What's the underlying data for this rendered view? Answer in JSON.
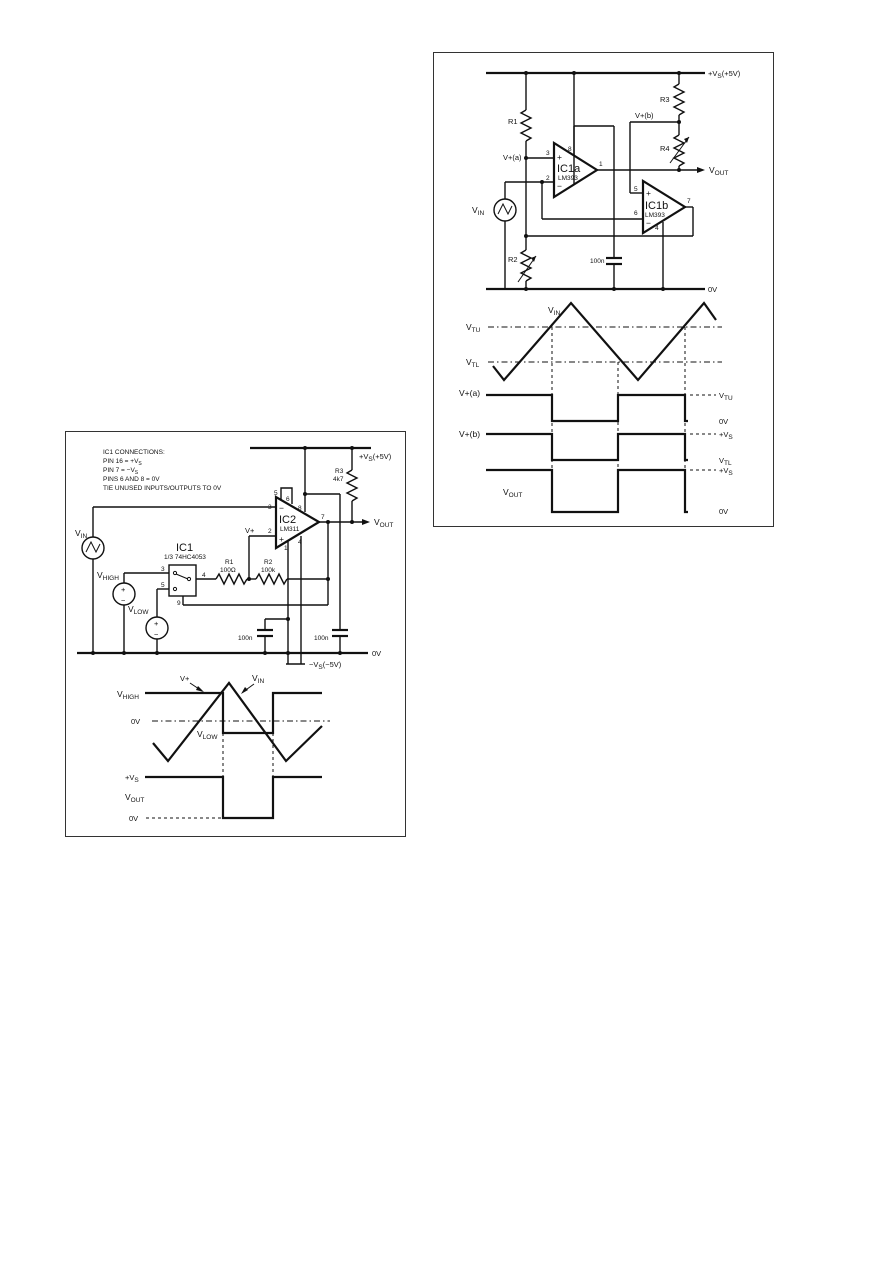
{
  "left_circuit": {
    "notes": {
      "title": "IC1 CONNECTIONS:",
      "pin16": "PIN 16 = +V",
      "pin7": "PIN 7 = −V",
      "pin68": "PINS 6 AND 8 = 0V",
      "tie": "TIE UNUSED INPUTS/OUTPUTS TO 0V",
      "sub_s": "S"
    },
    "vs_pos": "+V",
    "vs_pos_tail": "(+5V)",
    "vs_neg": "−V",
    "vs_neg_tail": "(−5V)",
    "zero_v": "0V",
    "vin": "V",
    "vin_sub": "IN",
    "vout": "V",
    "vout_sub": "OUT",
    "vhigh": "V",
    "vhigh_sub": "HIGH",
    "vlow": "V",
    "vlow_sub": "LOW",
    "ic1_name": "IC1",
    "ic1_desc": "1/3 74HC4053",
    "ic2_name": "IC2",
    "ic2_part": "LM311",
    "r1": "R1",
    "r1_val": "100Ω",
    "r2": "R2",
    "r2_val": "100k",
    "r3": "R3",
    "r3_val": "4k7",
    "cap1": "100n",
    "cap2": "100n",
    "vplus": "V+",
    "plus": "+",
    "minus": "−",
    "pins": {
      "p3": "3",
      "p2": "2",
      "p5": "5",
      "p6": "6",
      "p8": "8",
      "p7": "7",
      "p1": "1",
      "p4": "4",
      "s3": "3",
      "s5": "5",
      "s4": "4",
      "s9": "9"
    }
  },
  "left_waveform": {
    "vhigh": "V",
    "vhigh_sub": "HIGH",
    "zero": "0V",
    "vlow": "V",
    "vlow_sub": "LOW",
    "vplus": "V+",
    "vin": "V",
    "vin_sub": "IN",
    "vs": "+V",
    "vs_sub": "S",
    "vout": "V",
    "vout_sub": "OUT",
    "zero2": "0V"
  },
  "right_circuit": {
    "vs": "+V",
    "vs_sub": "S",
    "vs_tail": "(+5V)",
    "zero": "0V",
    "r1": "R1",
    "r2": "R2",
    "r3": "R3",
    "r4": "R4",
    "vpa": "V+(a)",
    "vpb": "V+(b)",
    "vin": "V",
    "vin_sub": "IN",
    "vout": "V",
    "vout_sub": "OUT",
    "ic1a": "IC1a",
    "ic1a_part": "LM393",
    "ic1b": "IC1b",
    "ic1b_part": "LM393",
    "cap": "100n",
    "plus": "+",
    "minus": "−",
    "pins": {
      "p8": "8",
      "p3": "3",
      "p2": "2",
      "p1": "1",
      "p5": "5",
      "p6": "6",
      "p7": "7",
      "p4": "4"
    }
  },
  "right_waveform": {
    "vtu": "V",
    "vtu_sub": "TU",
    "vtl": "V",
    "vtl_sub": "TL",
    "vin": "V",
    "vin_sub": "IN",
    "vpa": "V+(a)",
    "vpb": "V+(b)",
    "vout": "V",
    "vout_sub": "OUT",
    "r_vtu": "V",
    "r_vtu_sub": "TU",
    "r_zero1": "0V",
    "r_vs1": "+V",
    "r_vs1_sub": "S",
    "r_vtl": "V",
    "r_vtl_sub": "TL",
    "r_vs2": "+V",
    "r_vs2_sub": "S",
    "r_zero2": "0V"
  }
}
